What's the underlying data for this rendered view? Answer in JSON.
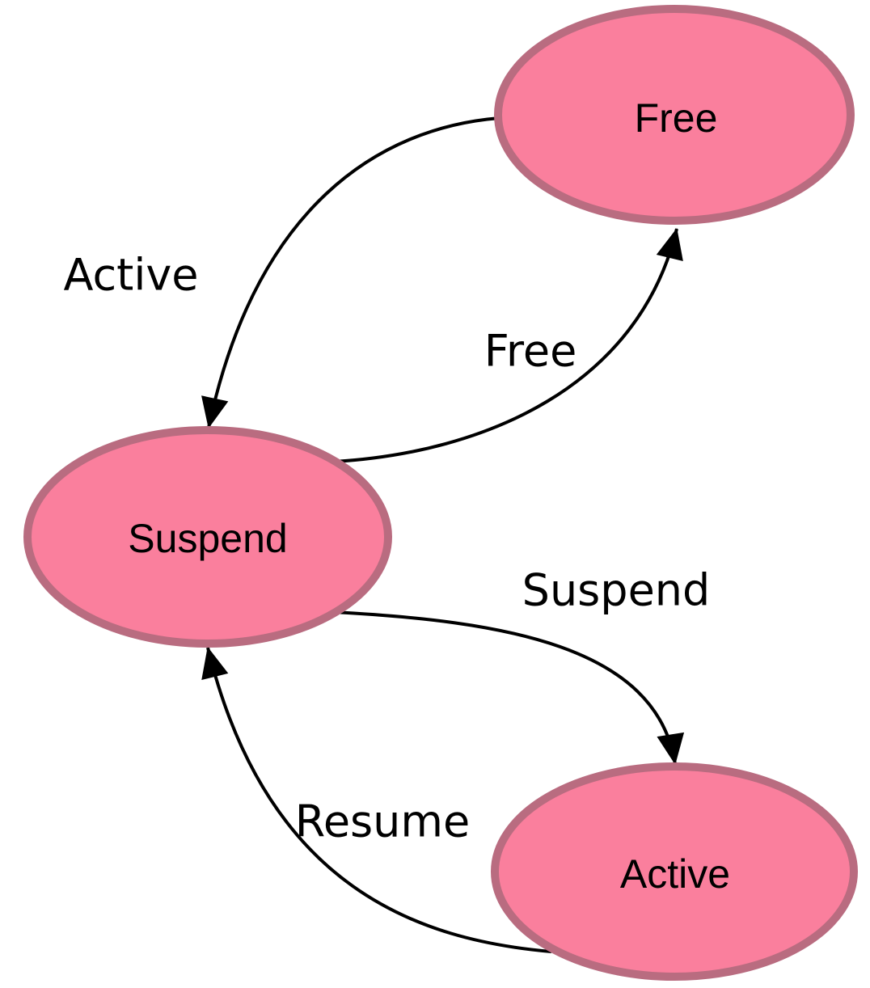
{
  "diagram": {
    "type": "state-transition-diagram",
    "background_color": "#ffffff",
    "styles": {
      "node_fill": "#fa7f9d",
      "node_border": "#b96c80",
      "edge_color": "#000000",
      "text_color": "#000000"
    },
    "nodes": [
      {
        "id": "free",
        "label": "Free",
        "position": "top-right"
      },
      {
        "id": "suspend",
        "label": "Suspend",
        "position": "middle-left"
      },
      {
        "id": "active",
        "label": "Active",
        "position": "bottom-right"
      }
    ],
    "edges": [
      {
        "from": "Free",
        "to": "Suspend",
        "label": "Active"
      },
      {
        "from": "Suspend",
        "to": "Free",
        "label": "Free"
      },
      {
        "from": "Suspend",
        "to": "Active",
        "label": "Suspend"
      },
      {
        "from": "Active",
        "to": "Suspend",
        "label": "Resume"
      }
    ]
  }
}
